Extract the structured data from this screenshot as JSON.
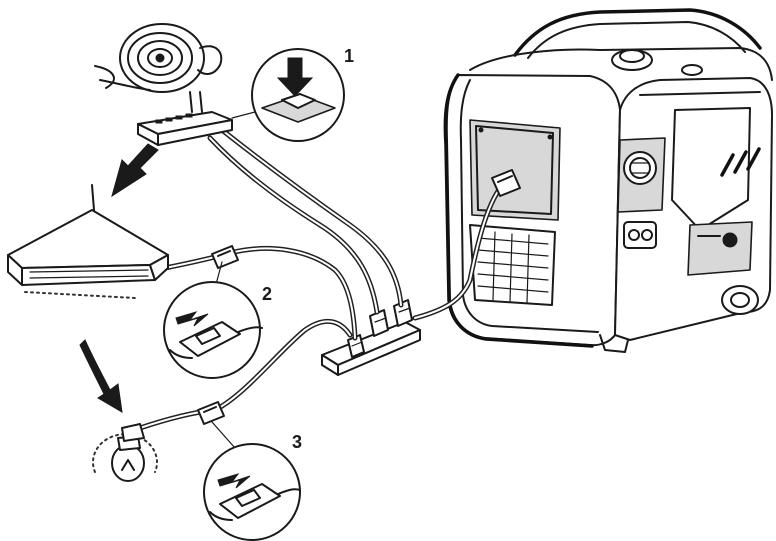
{
  "steps": [
    {
      "number": "1"
    },
    {
      "number": "2"
    },
    {
      "number": "3"
    }
  ],
  "colors": {
    "line": "#1a1a1a",
    "background": "#ffffff",
    "body_fill": "#d8d8d8"
  }
}
